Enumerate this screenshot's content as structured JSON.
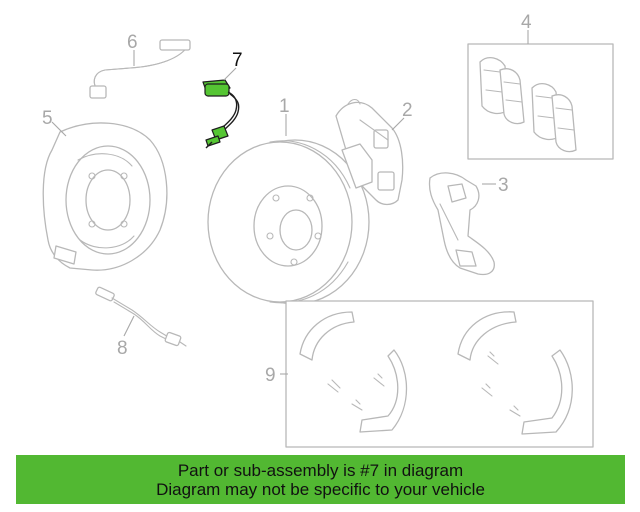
{
  "callouts": {
    "c1": "1",
    "c2": "2",
    "c3": "3",
    "c4": "4",
    "c5": "5",
    "c6": "6",
    "c7": "7",
    "c8": "8",
    "c9": "9"
  },
  "highlighted_part": "7",
  "colors": {
    "highlight": "#55c533",
    "banner": "#52b832",
    "outline": "#b8b8b8"
  },
  "banner": {
    "line1": "Part or sub-assembly is #7 in diagram",
    "line2": "Diagram may not be specific to your vehicle"
  }
}
